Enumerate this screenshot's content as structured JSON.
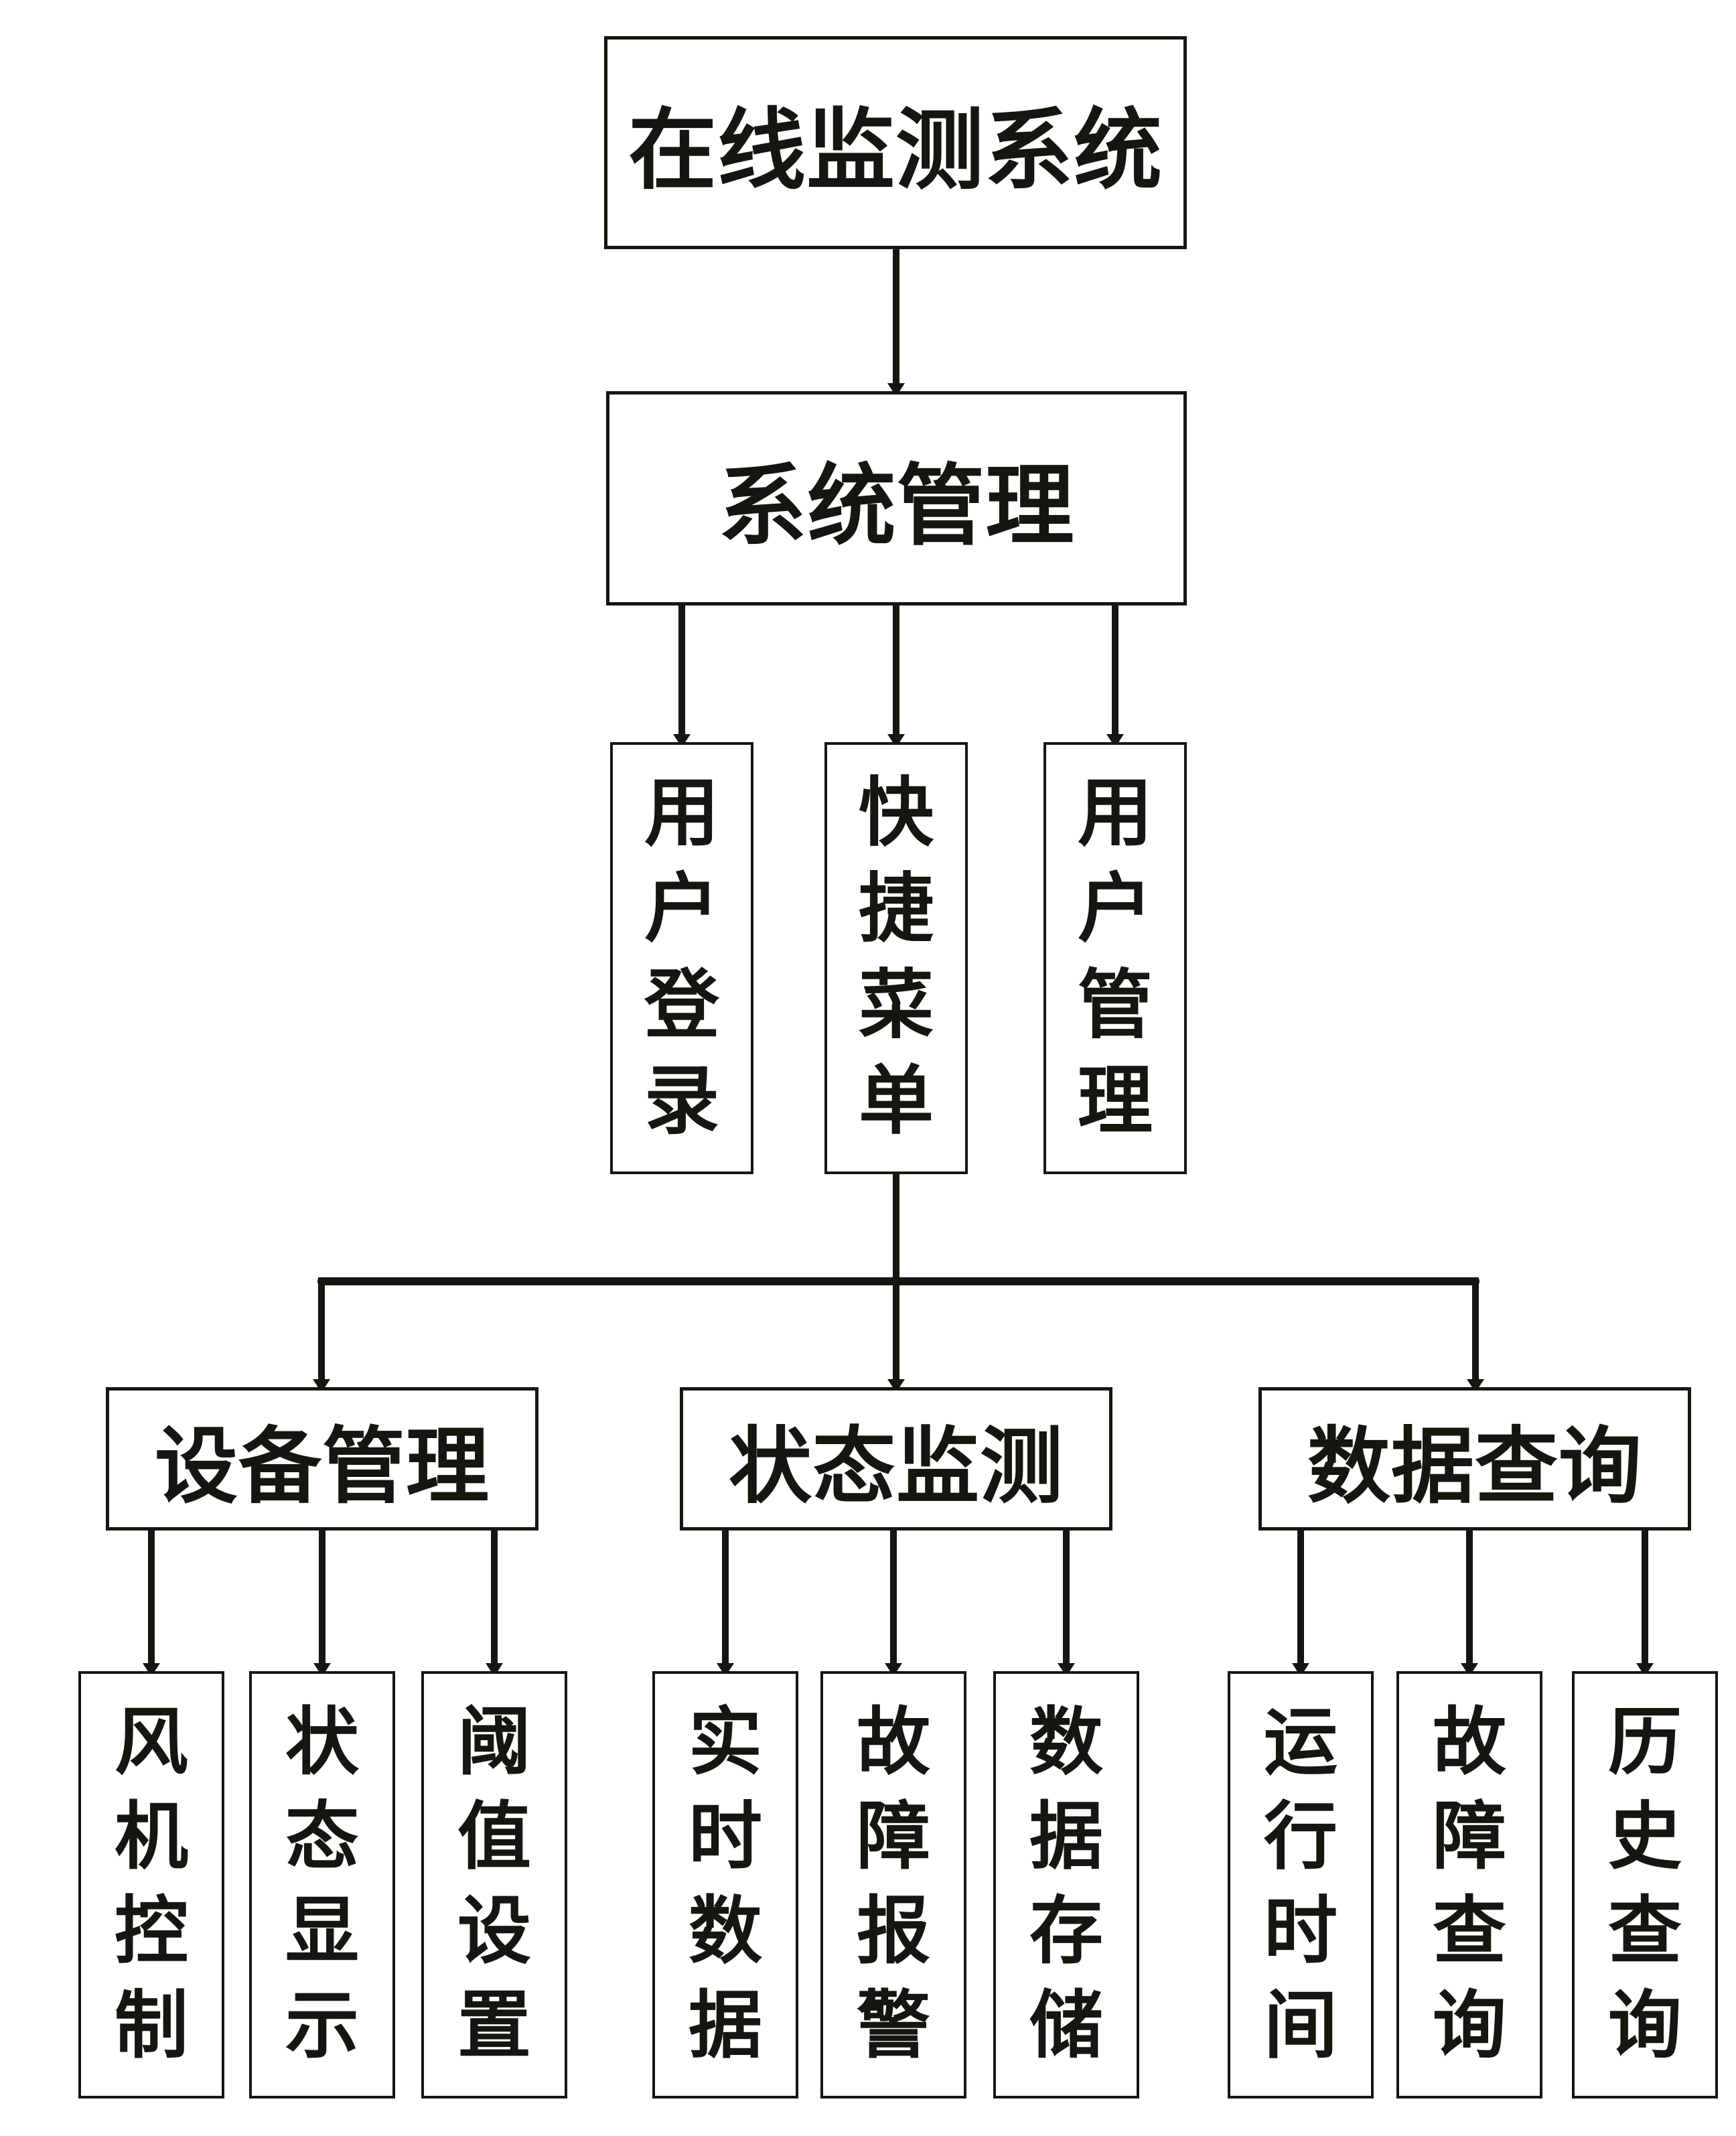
{
  "diagram": {
    "title": "在线监测系统",
    "nodes": {
      "root": {
        "label": "在线监测系统"
      },
      "system_management": {
        "label": "系统管理"
      },
      "user_login": {
        "label": "用户登录"
      },
      "quick_menu": {
        "label": "快捷菜单"
      },
      "user_management": {
        "label": "用户管理"
      },
      "device_management": {
        "label": "设备管理"
      },
      "status_monitoring": {
        "label": "状态监测"
      },
      "data_query": {
        "label": "数据查询"
      },
      "fan_control": {
        "label": "风机控制"
      },
      "status_display": {
        "label": "状态显示"
      },
      "threshold_setting": {
        "label": "阈值设置"
      },
      "realtime_data": {
        "label": "实时数据"
      },
      "fault_alarm": {
        "label": "故障报警"
      },
      "data_storage": {
        "label": "数据存储"
      },
      "running_time": {
        "label": "运行时间"
      },
      "fault_query": {
        "label": "故障查询"
      },
      "history_query": {
        "label": "历史查询"
      }
    },
    "edges": [
      {
        "from": "root",
        "to": "system_management"
      },
      {
        "from": "system_management",
        "to": "user_login"
      },
      {
        "from": "system_management",
        "to": "quick_menu"
      },
      {
        "from": "system_management",
        "to": "user_management"
      },
      {
        "from": "quick_menu",
        "to": "device_management"
      },
      {
        "from": "quick_menu",
        "to": "status_monitoring"
      },
      {
        "from": "quick_menu",
        "to": "data_query"
      },
      {
        "from": "device_management",
        "to": "fan_control"
      },
      {
        "from": "device_management",
        "to": "status_display"
      },
      {
        "from": "device_management",
        "to": "threshold_setting"
      },
      {
        "from": "status_monitoring",
        "to": "realtime_data"
      },
      {
        "from": "status_monitoring",
        "to": "fault_alarm"
      },
      {
        "from": "status_monitoring",
        "to": "data_storage"
      },
      {
        "from": "data_query",
        "to": "running_time"
      },
      {
        "from": "data_query",
        "to": "fault_query"
      },
      {
        "from": "data_query",
        "to": "history_query"
      }
    ],
    "colors": {
      "line": "#16150f",
      "box_bg": "#ffffff",
      "page_bg": "#ffffff",
      "text": "#16150f"
    }
  }
}
